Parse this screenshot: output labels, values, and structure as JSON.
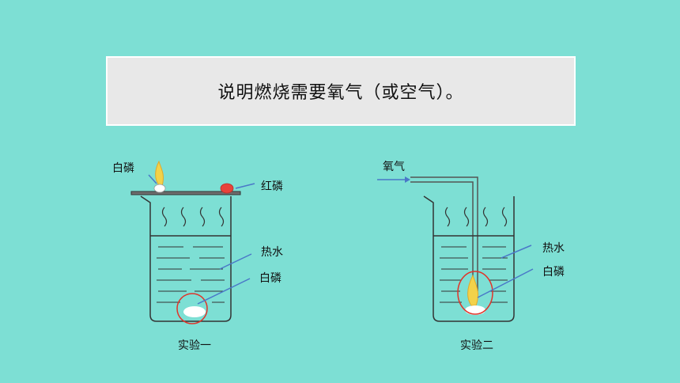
{
  "banner": {
    "text": "说明燃烧需要氧气（或空气）。"
  },
  "experiment1": {
    "caption": "实验一",
    "labels": {
      "white_phosphorus_top": "白磷",
      "red_phosphorus": "红磷",
      "hot_water": "热水",
      "white_phosphorus_water": "白磷"
    }
  },
  "experiment2": {
    "caption": "实验二",
    "labels": {
      "oxygen": "氧气",
      "hot_water": "热水",
      "white_phosphorus": "白磷"
    }
  },
  "colors": {
    "background": "#7ddfd4",
    "pointer": "#4a78c8",
    "highlight_circle": "#e0342a",
    "red_phosphorus": "#e8423a",
    "flame": "#f2d24a"
  }
}
